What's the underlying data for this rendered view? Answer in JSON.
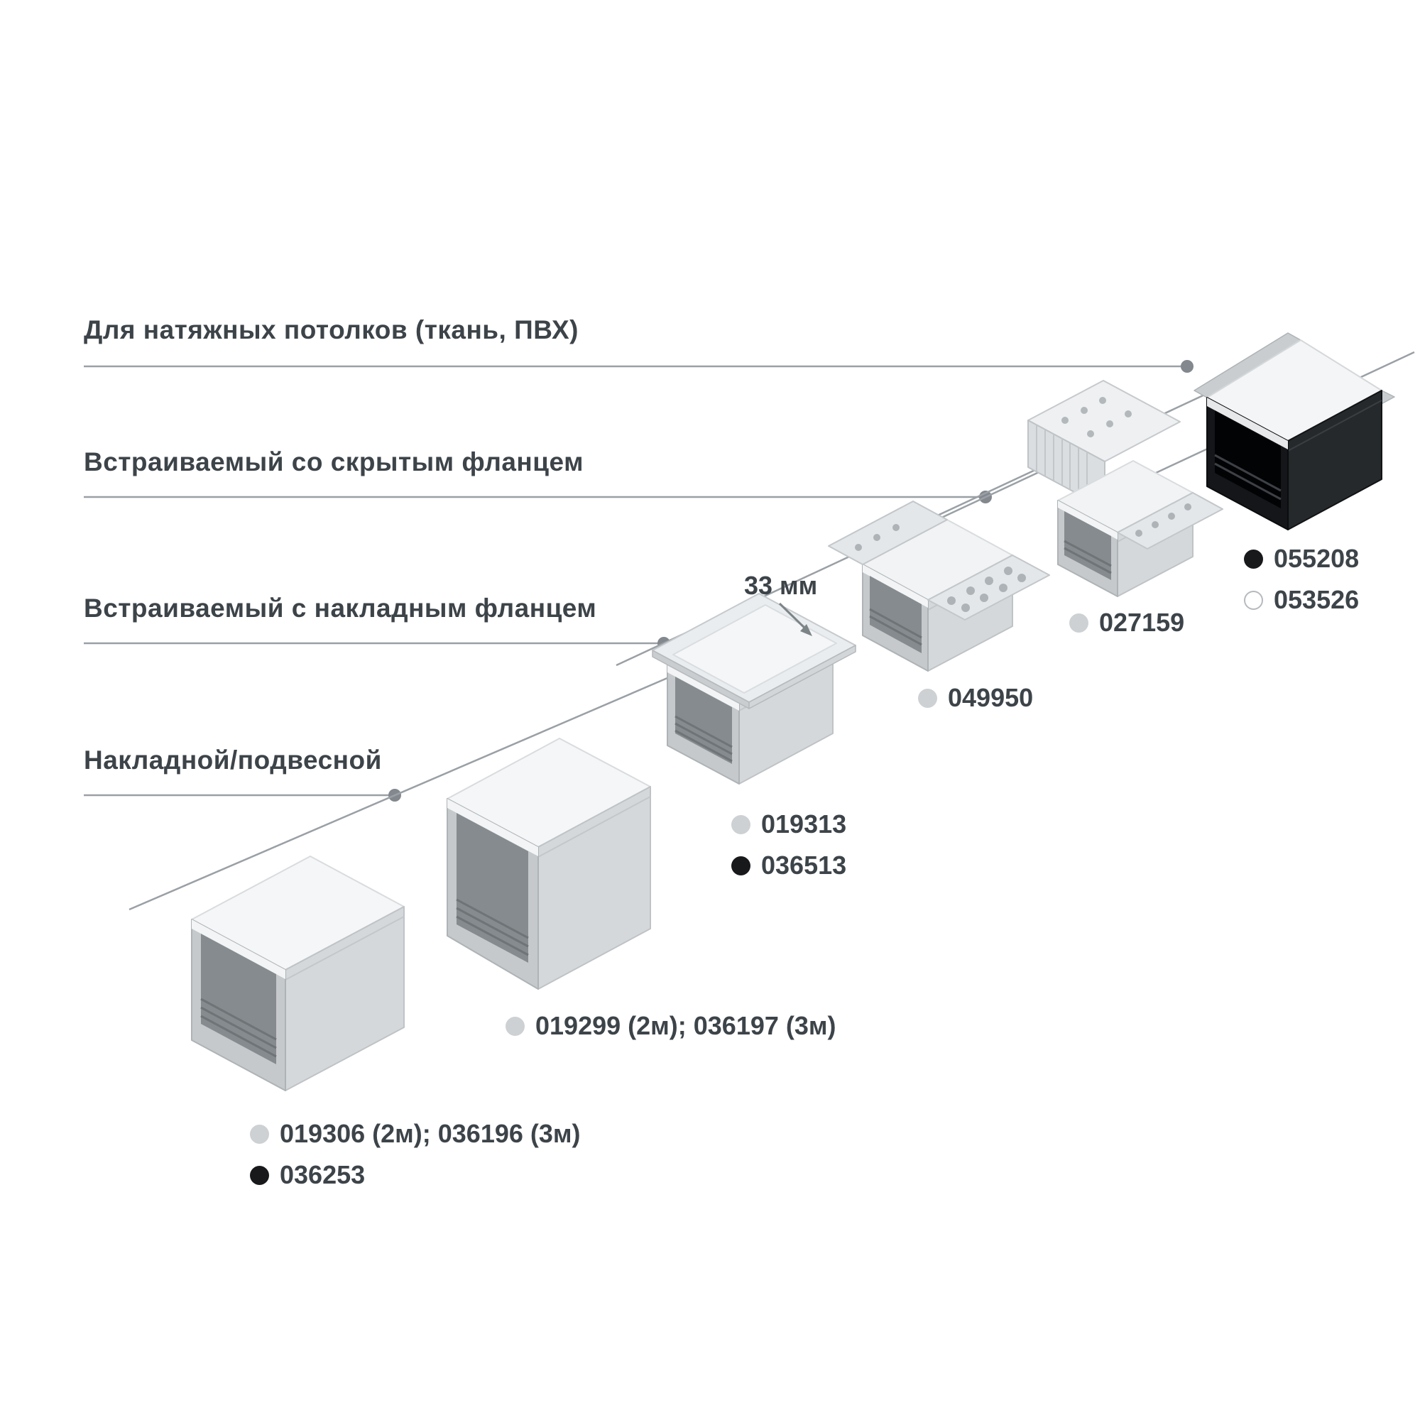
{
  "categories": [
    {
      "label": "Для натяжных потолков (ткань, ПВХ)"
    },
    {
      "label": "Встраиваемый со скрытым фланцем"
    },
    {
      "label": "Встраиваемый с накладным фланцем"
    },
    {
      "label": "Накладной/подвесной"
    }
  ],
  "dimension_note": "33 мм",
  "products": [
    {
      "id": "surface-profile-large",
      "codes": [
        {
          "marker": "gray",
          "text": "019306 (2м); 036196 (3м)"
        },
        {
          "marker": "black",
          "text": "036253"
        }
      ]
    },
    {
      "id": "surface-profile-tall",
      "codes": [
        {
          "marker": "gray",
          "text": "019299 (2м); 036197 (3м)"
        }
      ]
    },
    {
      "id": "recessed-flange-profile",
      "codes": [
        {
          "marker": "gray",
          "text": "019313"
        },
        {
          "marker": "black",
          "text": "036513"
        }
      ]
    },
    {
      "id": "recessed-flange-perforated-profile",
      "codes": [
        {
          "marker": "gray",
          "text": "049950"
        }
      ]
    },
    {
      "id": "recessed-hidden-flange-profile",
      "codes": [
        {
          "marker": "gray",
          "text": "027159"
        }
      ]
    },
    {
      "id": "stretch-ceiling-profile",
      "codes": [
        {
          "marker": "black",
          "text": "055208"
        },
        {
          "marker": "white",
          "text": "053526"
        }
      ]
    }
  ],
  "colors": {
    "label_text": "#3d4449",
    "pointer_line": "#9aa0a5",
    "marker_gray": "#cdd1d4",
    "marker_black": "#17191b",
    "marker_white": "#ffffff",
    "profile_light_body": "#d5d8db",
    "profile_black_body": "#17191c",
    "diffuser_white": "#f5f6f7"
  }
}
